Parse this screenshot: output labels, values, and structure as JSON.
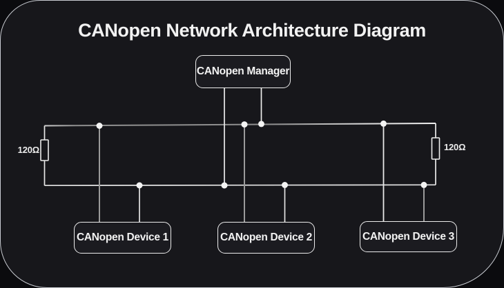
{
  "diagram": {
    "title": "CANopen Network Architecture Diagram",
    "nodes": {
      "manager": {
        "label": "CANopen Manager"
      },
      "devices": [
        {
          "label": "CANopen Device 1"
        },
        {
          "label": "CANopen Device 2"
        },
        {
          "label": "CANopen Device 3"
        }
      ]
    },
    "terminators": {
      "left": {
        "label": "120Ω"
      },
      "right": {
        "label": "120Ω"
      }
    },
    "colors": {
      "canvas_background": "#17171b",
      "frame_border": "#c9ccd2",
      "node_fill": "#1b1b20",
      "node_border": "#ededed",
      "wire_bright": "#e4e4e4",
      "wire_dim": "#999999",
      "junction_dot": "#f4f4f4",
      "text": "#f2f2f2"
    }
  }
}
